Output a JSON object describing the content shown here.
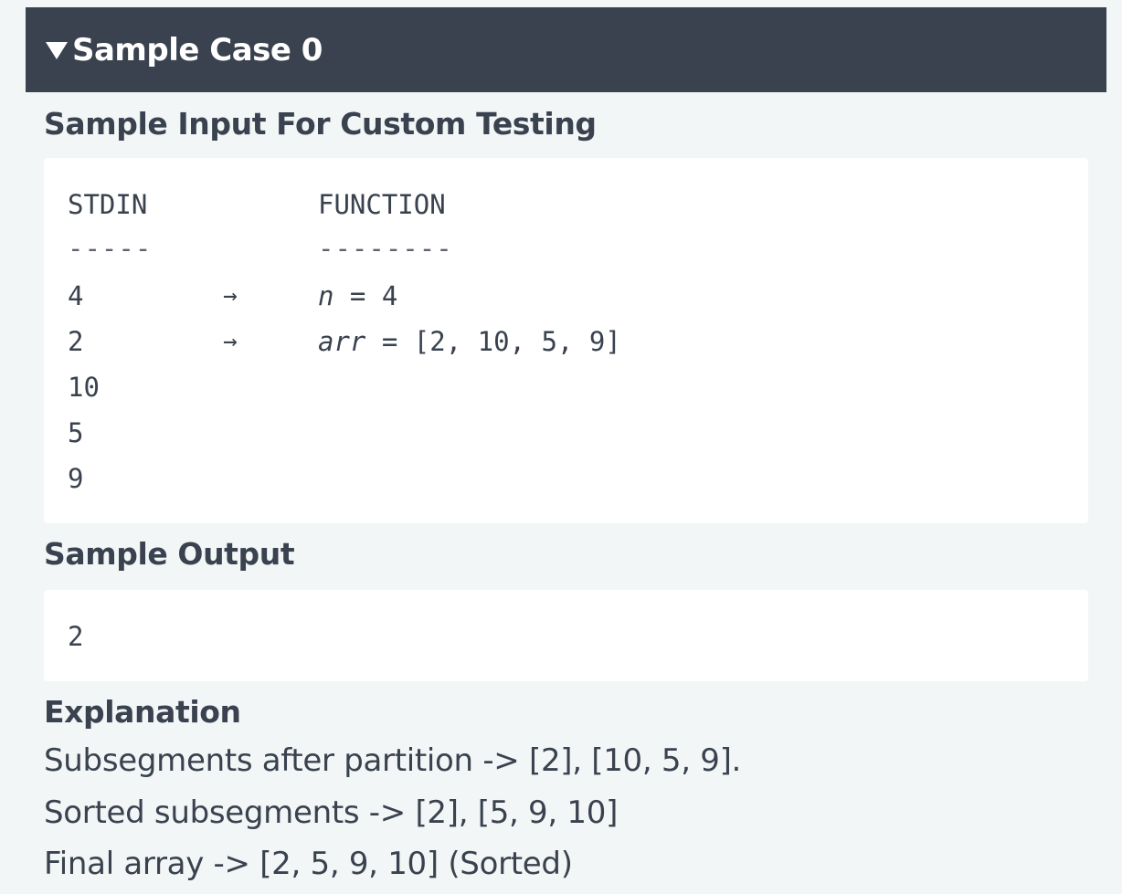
{
  "section": {
    "title": "Sample Case 0",
    "toggle_icon": "triangle-down-icon"
  },
  "input": {
    "heading": "Sample Input For Custom Testing",
    "header_stdin": "STDIN",
    "header_function": "FUNCTION",
    "dash_stdin": "-----",
    "dash_function": "--------",
    "arrow": "→",
    "lines": [
      "4",
      "2",
      "10",
      "5",
      "9"
    ],
    "fn1_var": "n",
    "fn1_rest": " = 4",
    "fn2_var": "arr",
    "fn2_rest": " = [2, 10, 5, 9]"
  },
  "output": {
    "heading": "Sample Output",
    "value": "2"
  },
  "explanation": {
    "heading": "Explanation",
    "lines": [
      "Subsegments after partition -> [2], [10, 5, 9].",
      "Sorted subsegments -> [2], [5, 9, 10]",
      "Final array -> [2, 5, 9, 10] (Sorted)"
    ]
  },
  "colors": {
    "header_bg": "#39424e",
    "page_bg": "#f3f6f7",
    "box_bg": "#ffffff",
    "text": "#39424e"
  }
}
